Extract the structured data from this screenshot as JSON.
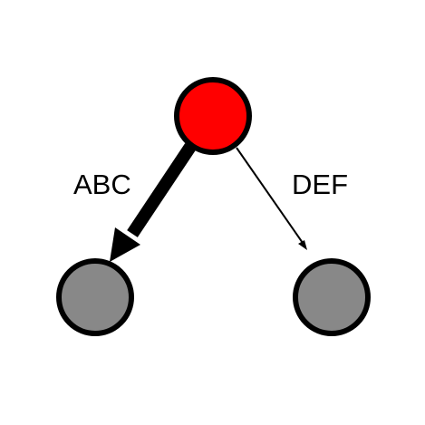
{
  "diagram": {
    "nodes": [
      {
        "id": "root",
        "color": "#ff0000",
        "stroke": "#000000"
      },
      {
        "id": "left",
        "color": "#888888",
        "stroke": "#000000"
      },
      {
        "id": "right",
        "color": "#888888",
        "stroke": "#000000"
      }
    ],
    "edges": [
      {
        "from": "root",
        "to": "left",
        "label": "ABC",
        "weight": "heavy"
      },
      {
        "from": "root",
        "to": "right",
        "label": "DEF",
        "weight": "light"
      }
    ]
  }
}
